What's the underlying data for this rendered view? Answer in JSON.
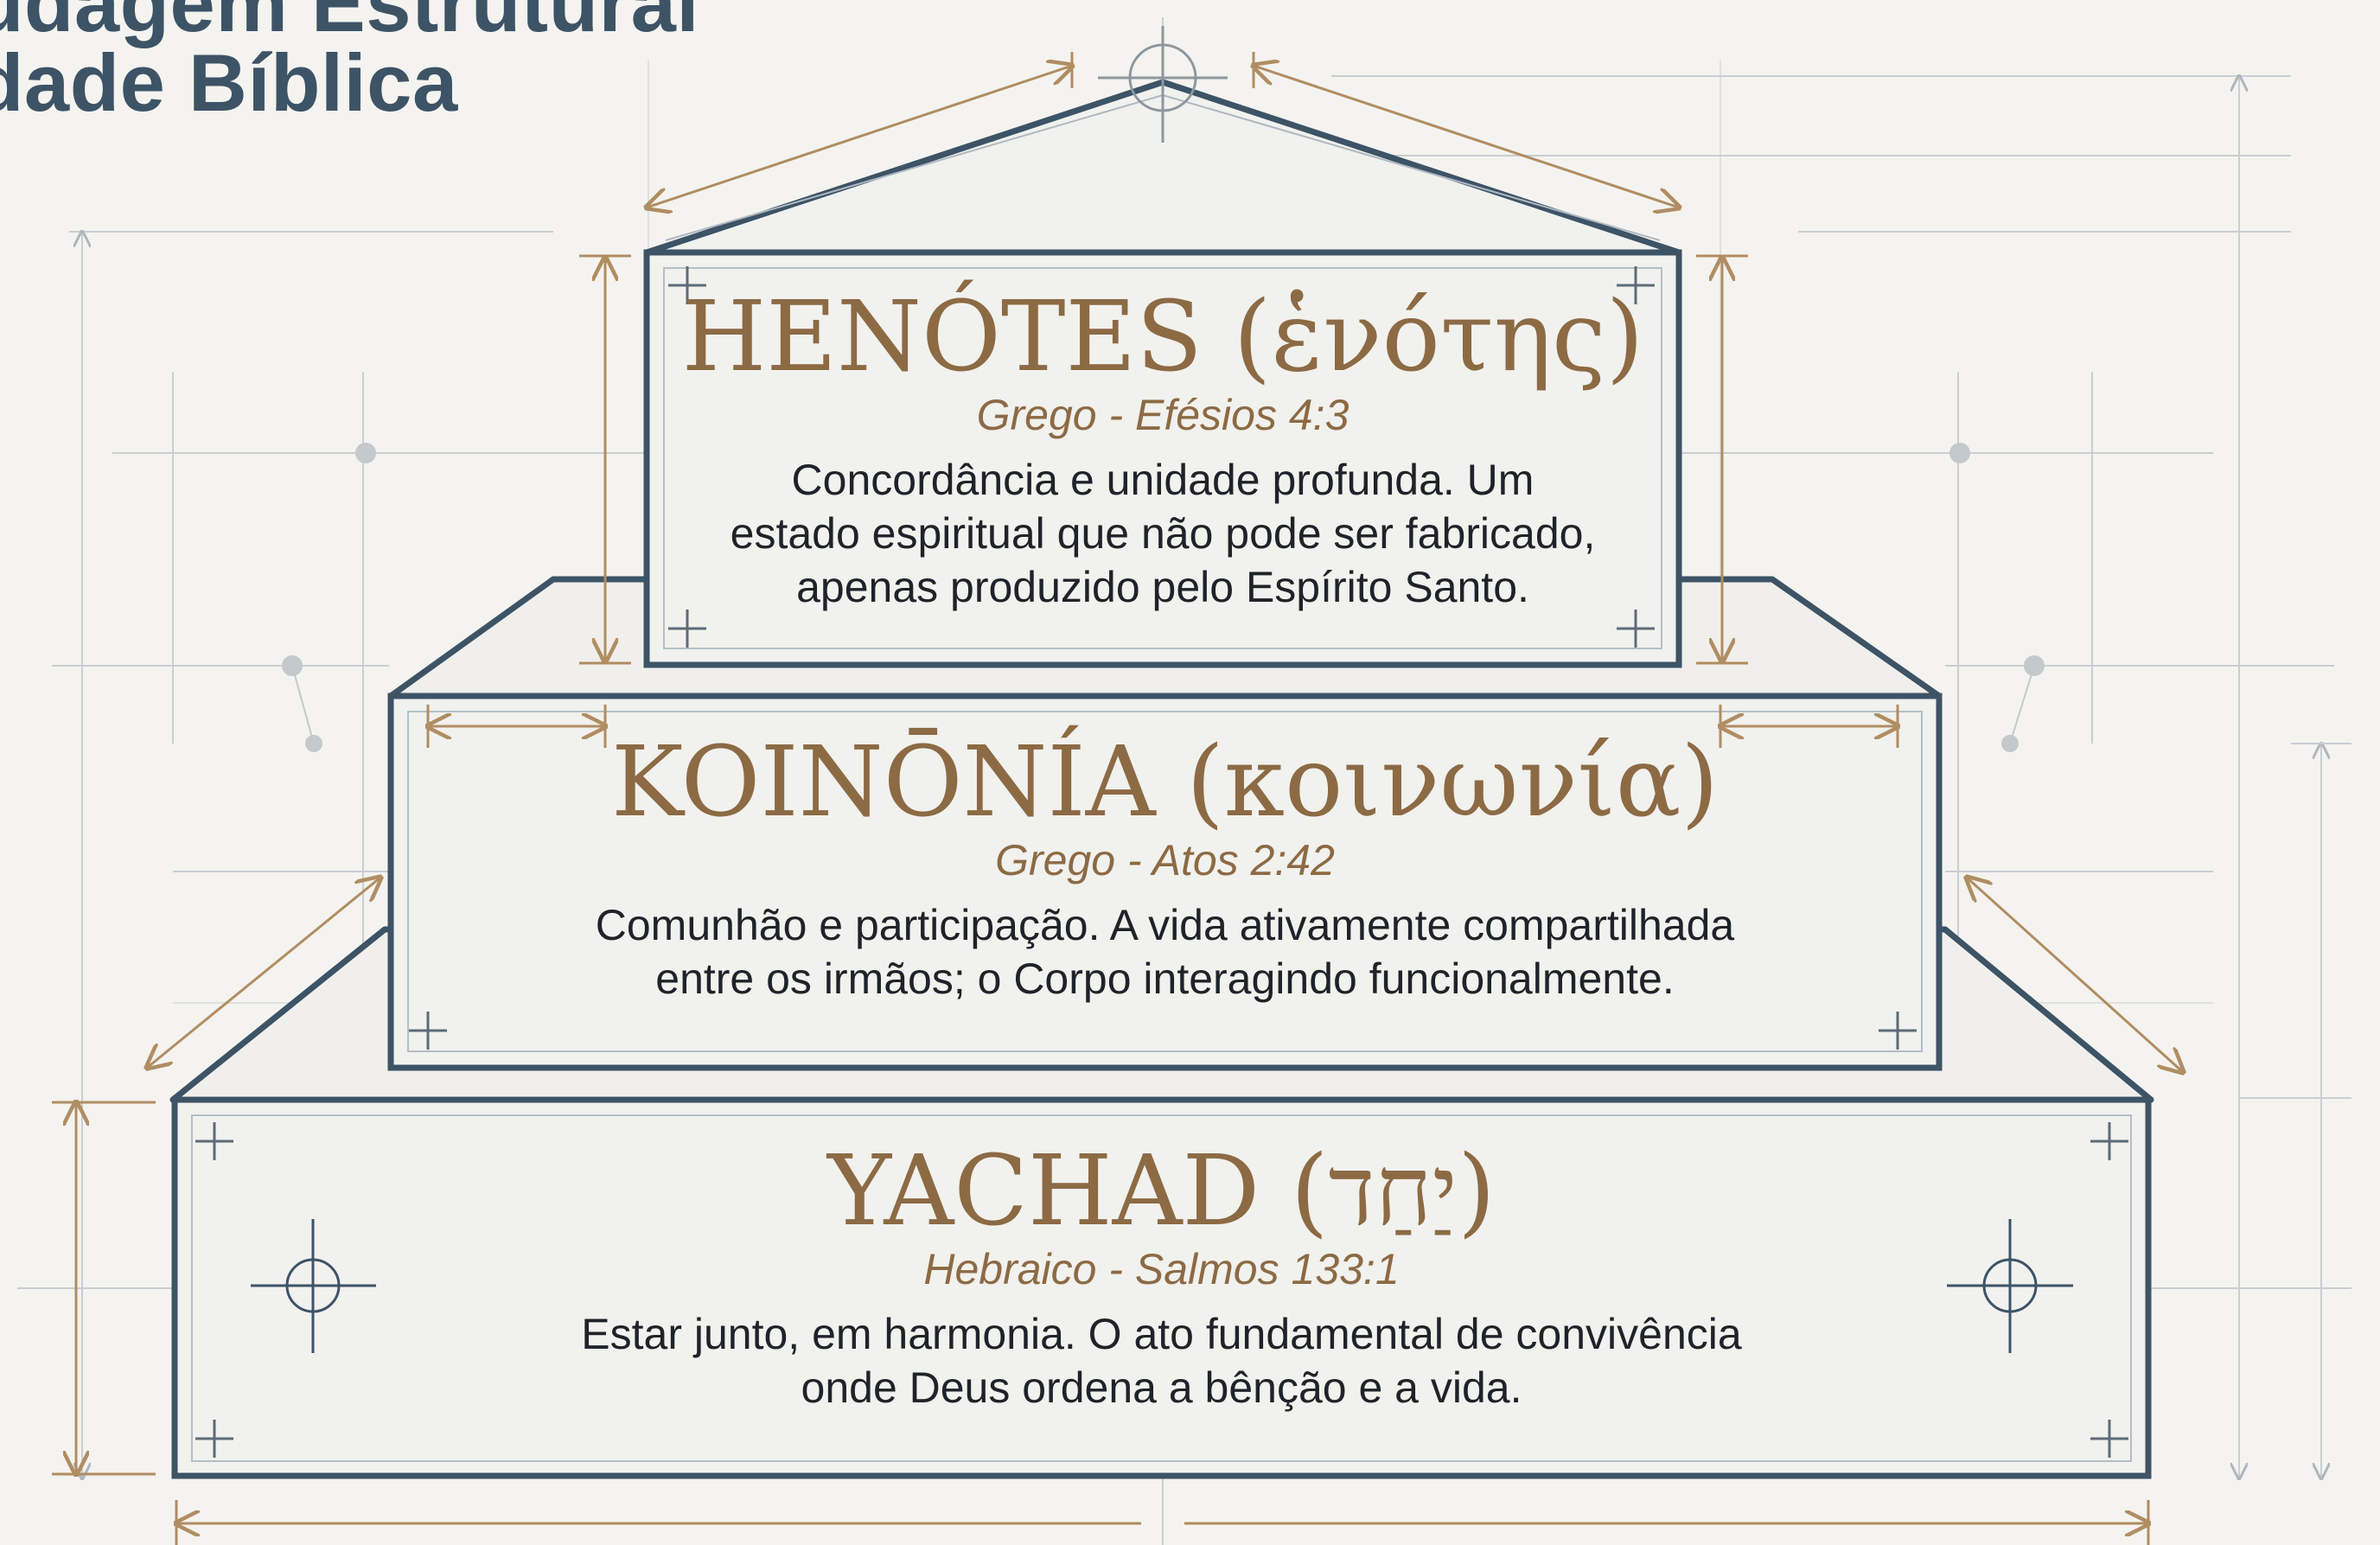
{
  "title": {
    "line1": "udagem Estrutural",
    "line2": "dade Bíblica"
  },
  "tiers": [
    {
      "term": "HENÓTES (ἑνότης)",
      "source": "Grego - Efésios 4:3",
      "description": [
        "Concordância e unidade profunda. Um",
        "estado espiritual que não pode ser fabricado,",
        "apenas produzido pelo Espírito Santo."
      ]
    },
    {
      "term": "KOINŌNÍA (κοινωνία)",
      "source": "Grego - Atos 2:42",
      "description": [
        "Comunhão e participação. A vida ativamente compartilhada",
        "entre os irmãos; o Corpo interagindo funcionalmente."
      ]
    },
    {
      "term": "YACHAD (יַחַד)",
      "source": "Hebraico - Salmos 133:1",
      "description": [
        "Estar junto, em harmonia. O ato fundamental de convivência",
        "onde Deus ordena a bênção e a vida."
      ]
    }
  ],
  "colors": {
    "background": "#f4f3ef",
    "frame": "#3d5366",
    "accent": "#8c6a44",
    "text": "#1f2329"
  }
}
